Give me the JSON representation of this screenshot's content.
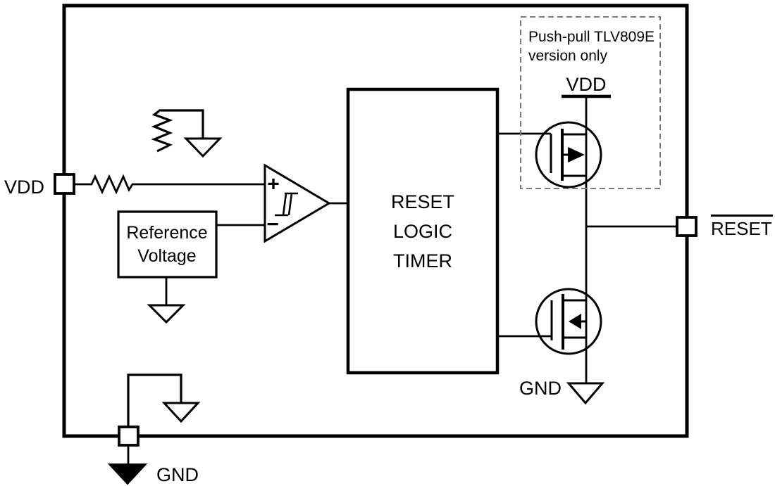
{
  "colors": {
    "line": "#000000",
    "note_box_stroke": "#7a7a7a",
    "background": "#ffffff"
  },
  "ports": {
    "vdd_label": "VDD",
    "reset_label": "RESET",
    "gnd_label": "GND"
  },
  "note": {
    "line1": "Push-pull TLV809E",
    "line2": "version only"
  },
  "rails": {
    "vdd_label": "VDD",
    "gnd_label": "GND"
  },
  "comparator": {
    "plus_label": "+",
    "minus_label": "−"
  },
  "blocks": {
    "reference": {
      "line1": "Reference",
      "line2": "Voltage"
    },
    "timer": {
      "line1": "RESET",
      "line2": "LOGIC",
      "line3": "TIMER"
    }
  }
}
